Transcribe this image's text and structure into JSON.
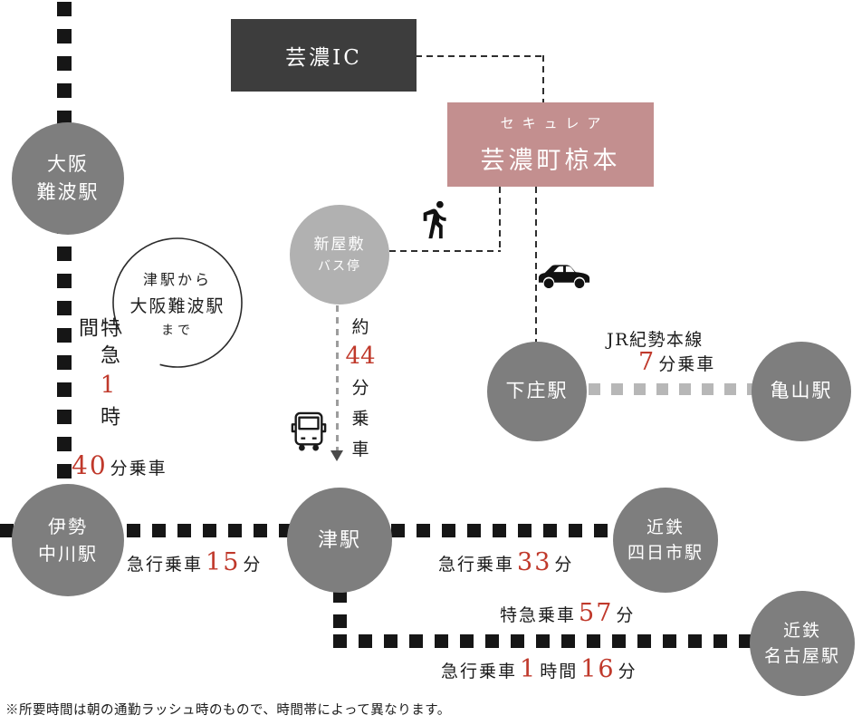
{
  "boxes": {
    "ic": {
      "label": "芸濃IC"
    },
    "property": {
      "subtitle": "セキュレア",
      "title": "芸濃町椋本"
    }
  },
  "stations": {
    "osaka_namba": {
      "line1": "大阪",
      "line2": "難波駅"
    },
    "shinyashiki_bus": {
      "line1": "新屋敷",
      "line2": "バス停"
    },
    "shimonosho": {
      "label": "下庄駅"
    },
    "kameyama": {
      "label": "亀山駅"
    },
    "ise_nakagawa": {
      "line1": "伊勢",
      "line2": "中川駅"
    },
    "tsu": {
      "label": "津駅"
    },
    "kintetsu_yokkaichi": {
      "line1": "近鉄",
      "line2": "四日市駅"
    },
    "kintetsu_nagoya": {
      "line1": "近鉄",
      "line2": "名古屋駅"
    }
  },
  "notes": {
    "ring": {
      "line1": "津駅から",
      "line2": "大阪難波駅",
      "line3": "まで"
    },
    "namba_route": {
      "w1": "特急",
      "n1": "1",
      "w2": "時間",
      "n2": "40",
      "w3": "分乗車"
    },
    "bus_route": {
      "w1": "約",
      "n1": "44",
      "chars": [
        "分",
        "乗",
        "車"
      ]
    },
    "jr": {
      "line_name": "JR紀勢本線",
      "n": "7",
      "suffix": "分乗車"
    },
    "nakagawa_route": {
      "prefix": "急行乗車",
      "n": "15",
      "suffix": "分"
    },
    "yokkaichi_route": {
      "prefix": "急行乗車",
      "n": "33",
      "suffix": "分"
    },
    "nagoya_express": {
      "prefix": "特急乗車",
      "n": "57",
      "suffix": "分"
    },
    "nagoya_local": {
      "prefix": "急行乗車",
      "n1": "1",
      "mid": "時間",
      "n2": "16",
      "suffix": "分"
    },
    "footnote": "※所要時間は朝の通勤ラッシュ時のもので、時間帯によって異なります。"
  },
  "icons": {
    "walking_person": "walking-person-icon",
    "car": "car-icon",
    "bus": "bus-icon",
    "down_arrow": "down-arrow-icon"
  },
  "colors": {
    "station_gray": "#7e7e7e",
    "bus_stop_gray": "#b1b1b1",
    "ic_box": "#3d3d3d",
    "property_box": "#c38f8f",
    "accent_red": "#c0392b",
    "dash_black": "#161616",
    "dash_gray": "#b7b7b7"
  }
}
